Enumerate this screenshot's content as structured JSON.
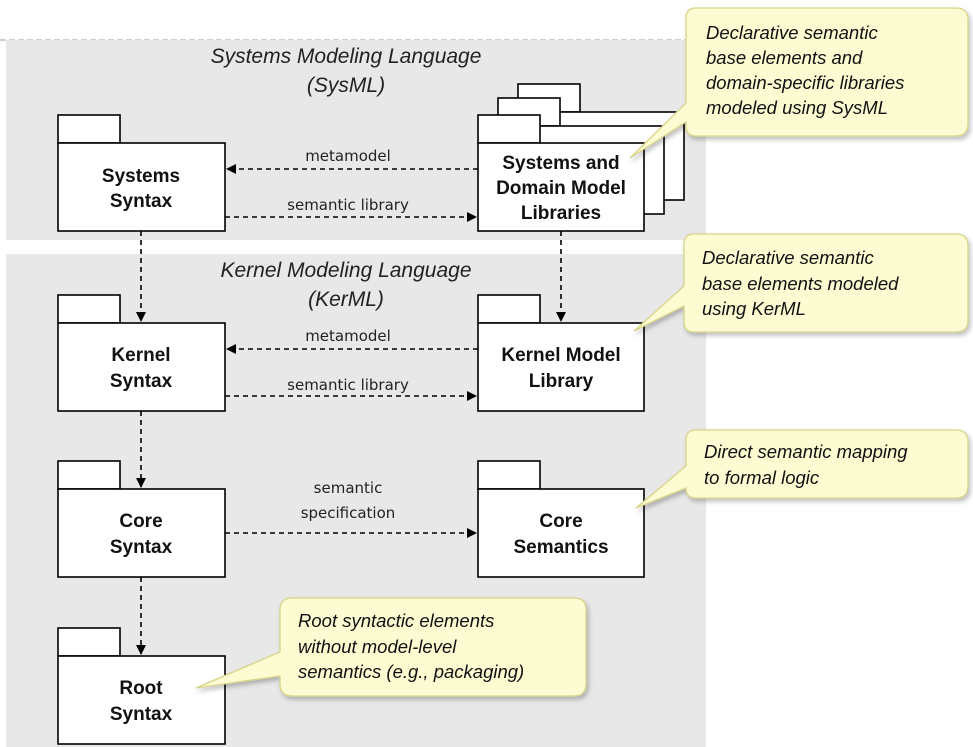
{
  "regions": {
    "sysml": {
      "title_line1": "Systems Modeling Language",
      "title_line2": "(SysML)"
    },
    "kerml": {
      "title_line1": "Kernel Modeling Language",
      "title_line2": "(KerML)"
    }
  },
  "packages": {
    "systems_syntax": [
      "Systems",
      "Syntax"
    ],
    "systems_libraries": [
      "Systems and",
      "Domain Model",
      "Libraries"
    ],
    "kernel_syntax": [
      "Kernel",
      "Syntax"
    ],
    "kernel_library": [
      "Kernel Model",
      "Library"
    ],
    "core_syntax": [
      "Core",
      "Syntax"
    ],
    "core_semantics": [
      "Core",
      "Semantics"
    ],
    "root_syntax": [
      "Root",
      "Syntax"
    ]
  },
  "edges": {
    "metamodel_1": "metamodel",
    "semantic_library_1": "semantic library",
    "metamodel_2": "metamodel",
    "semantic_library_2": "semantic library",
    "semantic_spec": [
      "semantic",
      "specification"
    ]
  },
  "notes": {
    "sysml_libraries": [
      "Declarative semantic",
      "base elements and",
      "domain-specific libraries",
      "modeled using SysML"
    ],
    "kerml_library": [
      "Declarative semantic",
      "base elements modeled",
      "using KerML"
    ],
    "core_semantics": [
      "Direct semantic mapping",
      "to formal logic"
    ],
    "root_syntax": [
      "Root syntactic elements",
      "without model-level",
      "semantics (e.g., packaging)"
    ]
  },
  "colors": {
    "region_bg": "#e8e8e8",
    "note_bg": "#fdfbd2",
    "note_border": "#d8d48a"
  }
}
